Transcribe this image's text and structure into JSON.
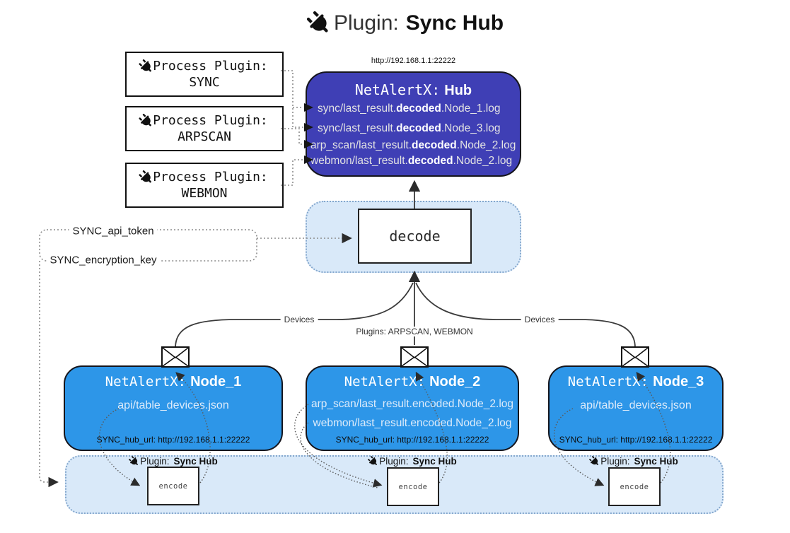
{
  "title": {
    "prefix": "Plugin:",
    "name": "Sync Hub"
  },
  "hub": {
    "url": "http://192.168.1.1:22222",
    "title_prefix": "NetAlertX:",
    "title_name": "Hub",
    "lines": [
      {
        "pre": "sync/last_result.",
        "bold": "decoded",
        "post": ".Node_1.log"
      },
      {
        "pre": "sync/last_result.",
        "bold": "decoded",
        "post": ".Node_3.log"
      },
      {
        "pre": "arp_scan/last_result.",
        "bold": "decoded",
        "post": ".Node_2.log"
      },
      {
        "pre": "webmon/last_result.",
        "bold": "decoded",
        "post": ".Node_2.log"
      }
    ]
  },
  "process_plugins": [
    {
      "label": "Process Plugin:",
      "name": "SYNC"
    },
    {
      "label": "Process Plugin:",
      "name": "ARPSCAN"
    },
    {
      "label": "Process Plugin:",
      "name": "WEBMON"
    }
  ],
  "decode": {
    "label": "decode"
  },
  "settings": {
    "api_token": "SYNC_api_token",
    "encryption_key": "SYNC_encryption_key"
  },
  "edges": {
    "devices_left": "Devices",
    "devices_right": "Devices",
    "plugins_mid": "Plugins: ARPSCAN, WEBMON"
  },
  "nodes": [
    {
      "title_prefix": "NetAlertX:",
      "title_name": "Node_1",
      "files": [
        "api/table_devices.json"
      ],
      "hub_url": "SYNC_hub_url: http://192.168.1.1:22222"
    },
    {
      "title_prefix": "NetAlertX:",
      "title_name": "Node_2",
      "files": [
        "arp_scan/last_result.encoded.Node_2.log",
        "webmon/last_result.encoded.Node_2.log"
      ],
      "hub_url": "SYNC_hub_url: http://192.168.1.1:22222"
    },
    {
      "title_prefix": "NetAlertX:",
      "title_name": "Node_3",
      "files": [
        "api/table_devices.json"
      ],
      "hub_url": "SYNC_hub_url: http://192.168.1.1:22222"
    }
  ],
  "sync_plugin_band": {
    "label_prefix": "Plugin:",
    "label_name": "Sync Hub",
    "encode_label": "encode"
  },
  "colors": {
    "hub_bg": "#3f3fb5",
    "node_bg": "#2d96e8",
    "panel_bg": "#d9e9f9",
    "panel_border": "#84a7cd",
    "line": "#3a3a3a",
    "dotted": "#8c8c8c"
  }
}
